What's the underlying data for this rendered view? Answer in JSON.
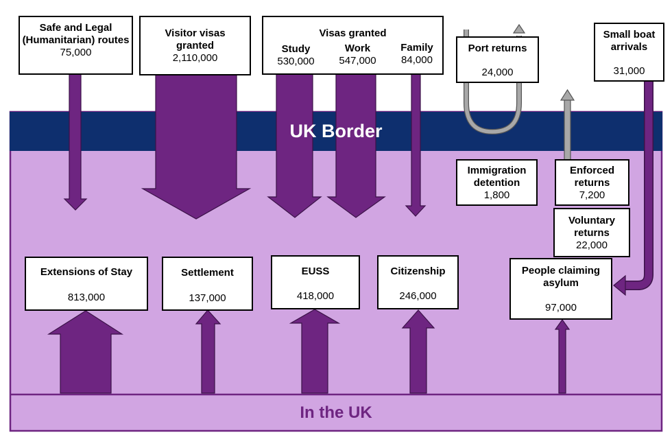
{
  "colors": {
    "border_band": "#0e2f6e",
    "uk_fill": "#d1a5e2",
    "arrow_purple": "#6e2581",
    "arrow_grey": "#909090"
  },
  "border_label": "UK Border",
  "uk_label": "In the UK",
  "inflows": {
    "safe_legal": {
      "label": "Safe and Legal (Humanitarian) routes",
      "value": "75,000"
    },
    "visitor": {
      "label": "Visitor visas granted",
      "value": "2,110,000"
    },
    "visas_granted": {
      "title": "Visas granted",
      "study": {
        "label": "Study",
        "value": "530,000"
      },
      "work": {
        "label": "Work",
        "value": "547,000"
      },
      "family": {
        "label": "Family",
        "value": "84,000"
      }
    },
    "port_returns": {
      "label": "Port returns",
      "value": "24,000"
    },
    "small_boats": {
      "label": "Small boat arrivals",
      "value": "31,000"
    }
  },
  "in_uk": {
    "detention": {
      "label": "Immigration detention",
      "value": "1,800"
    },
    "enforced": {
      "label": "Enforced returns",
      "value": "7,200"
    },
    "voluntary": {
      "label": "Voluntary returns",
      "value": "22,000"
    },
    "asylum": {
      "label": "People claiming asylum",
      "value": "97,000"
    },
    "extensions": {
      "label": "Extensions of Stay",
      "value": "813,000"
    },
    "settlement": {
      "label": "Settlement",
      "value": "137,000"
    },
    "euss": {
      "label": "EUSS",
      "value": "418,000"
    },
    "citizenship": {
      "label": "Citizenship",
      "value": "246,000"
    }
  }
}
